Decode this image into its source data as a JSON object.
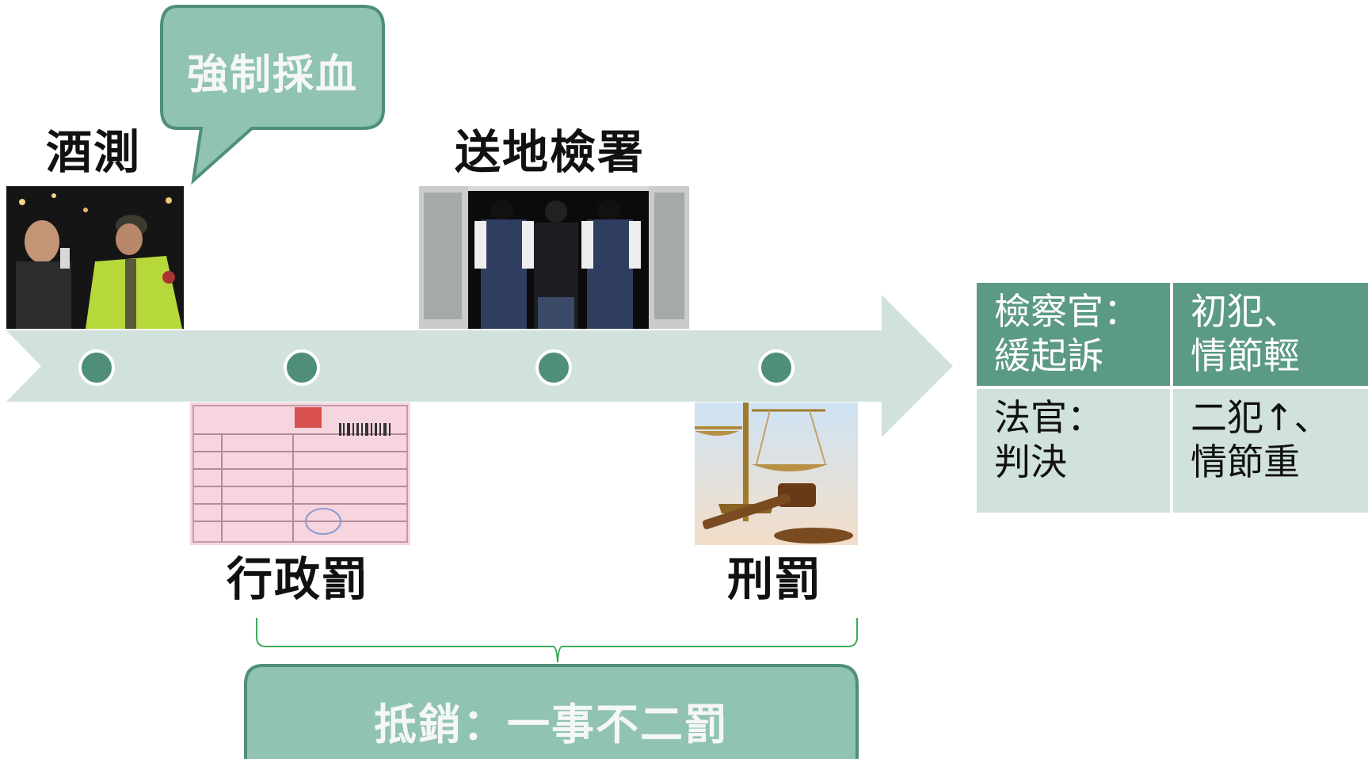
{
  "timeline": {
    "nodes": [
      {
        "label": "酒測",
        "position": "above"
      },
      {
        "label": "行政罰",
        "position": "below"
      },
      {
        "label": "送地檢署",
        "position": "above"
      },
      {
        "label": "刑罰",
        "position": "below"
      }
    ],
    "callout": "強制採血",
    "conclusion": "抵銷：一事不二罰"
  },
  "outcomes_table": {
    "rows": [
      {
        "actor": "檢察官：\n緩起訴",
        "condition": "初犯、\n情節輕"
      },
      {
        "actor": "法官：\n判決",
        "condition": "二犯↑、\n情節重"
      }
    ]
  },
  "colors": {
    "accent_dark": "#4f8f78",
    "accent_fill": "#90c3b1",
    "arrow": "#d1e1dc",
    "table_header": "#5b9a83",
    "table_body": "#d1e1dc"
  }
}
